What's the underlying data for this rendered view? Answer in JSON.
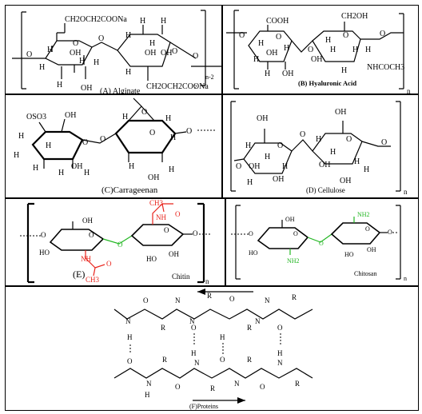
{
  "panels": {
    "alginate": {
      "caption": "(A) Alginate",
      "top_group": "CH2OCH2COONa",
      "bottom_group": "CH2OCH2COONa",
      "subscript": "n-2",
      "superscript": "2",
      "h": "H",
      "oh": "OH",
      "o": "O"
    },
    "hyaluronic": {
      "caption": "(B) Hyaluronic Acid",
      "cooh": "COOH",
      "ch2oh": "CH2OH",
      "nhcoch3": "NHCOCH3",
      "n": "n",
      "h": "H",
      "oh": "OH",
      "o": "O"
    },
    "carrageenan": {
      "caption": "(C)Carrageenan",
      "oso3": "OSO3",
      "h": "H",
      "oh": "OH",
      "o": "O"
    },
    "cellulose": {
      "caption": "(D) Cellulose",
      "n": "n",
      "h": "H",
      "oh": "OH",
      "o": "O"
    },
    "chitin": {
      "caption": "Chitin",
      "label_e": "(E)",
      "ch3": "CH3",
      "nh": "NH",
      "n": "n",
      "oh": "OH",
      "ho": "HO",
      "o": "O"
    },
    "chitosan": {
      "caption": "Chitosan",
      "nh2": "NH2",
      "n": "n",
      "oh": "OH",
      "ho": "HO",
      "o": "O"
    },
    "proteins": {
      "caption": "(F)Proteins",
      "n": "N",
      "h": "H",
      "r": "R",
      "o": "O"
    }
  },
  "colors": {
    "accent_red": "#e8231b",
    "accent_green": "#21b621"
  }
}
